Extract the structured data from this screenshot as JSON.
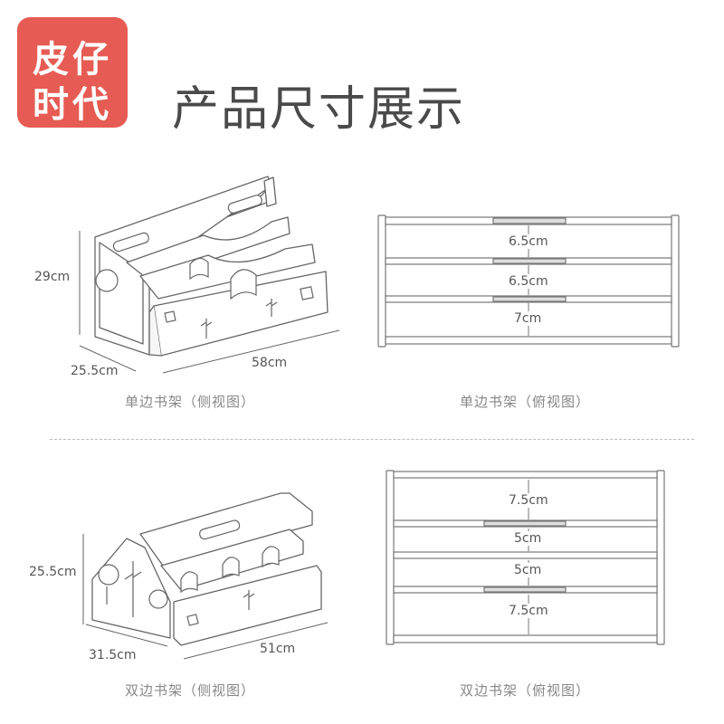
{
  "brand": {
    "line1": "皮仔",
    "line2": "时代",
    "color": "#e65b53"
  },
  "title": "产品尺寸展示",
  "single": {
    "side": {
      "height": "29cm",
      "depth": "25.5cm",
      "width": "58cm",
      "caption": "单边书架（侧视图）"
    },
    "top": {
      "gaps": [
        "6.5cm",
        "6.5cm",
        "7cm"
      ],
      "caption": "单边书架（俯视图）"
    }
  },
  "double": {
    "side": {
      "height": "25.5cm",
      "depth": "31.5cm",
      "width": "51cm",
      "caption": "双边书架（侧视图）"
    },
    "top": {
      "gaps": [
        "7.5cm",
        "5cm",
        "5cm",
        "7.5cm"
      ],
      "caption": "双边书架（俯视图）"
    }
  }
}
